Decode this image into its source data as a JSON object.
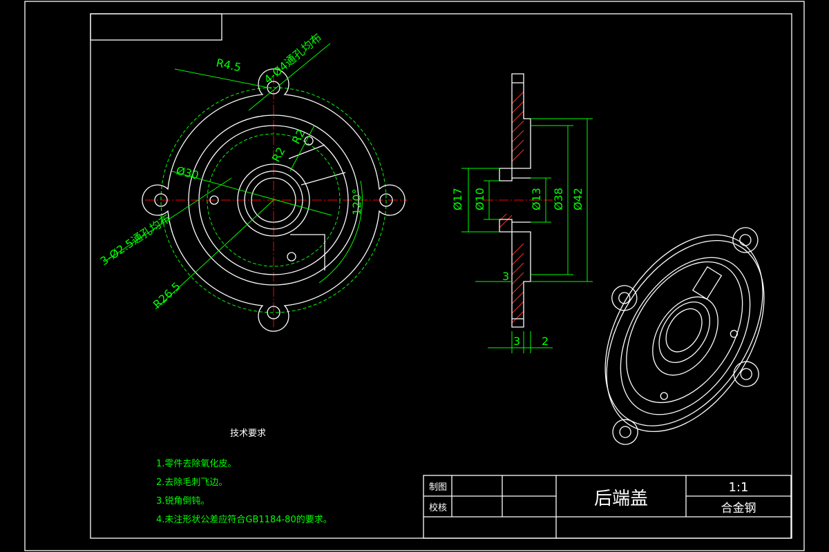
{
  "front_view": {
    "dims": {
      "hole4": "4-Ø4通孔均布",
      "r45": "R4.5",
      "r2": "R2",
      "d30": "Ø30",
      "holes3": "3-Ø2.5通孔均布",
      "r265": "R26.5",
      "angle": "120°"
    }
  },
  "side_view": {
    "dims": {
      "d17": "Ø17",
      "d10": "Ø10",
      "d13": "Ø13",
      "d38": "Ø38",
      "d42": "Ø42",
      "t3a": "3",
      "t3b": "3",
      "t2": "2"
    }
  },
  "tech_req": {
    "title": "技术要求",
    "items": [
      "1.零件去除氧化皮。",
      "2.去除毛刺飞边。",
      "3.锐角倒钝。",
      "4.未注形状公差应符合GB1184-80的要求。"
    ]
  },
  "title_block": {
    "drawn_label": "制图",
    "check_label": "校核",
    "part_name": "后端盖",
    "scale": "1:1",
    "material": "合金钢"
  },
  "colors": {
    "background": "#000000",
    "outline": "#ffffff",
    "dimension": "#00ff00",
    "centerline": "#ff0000"
  }
}
